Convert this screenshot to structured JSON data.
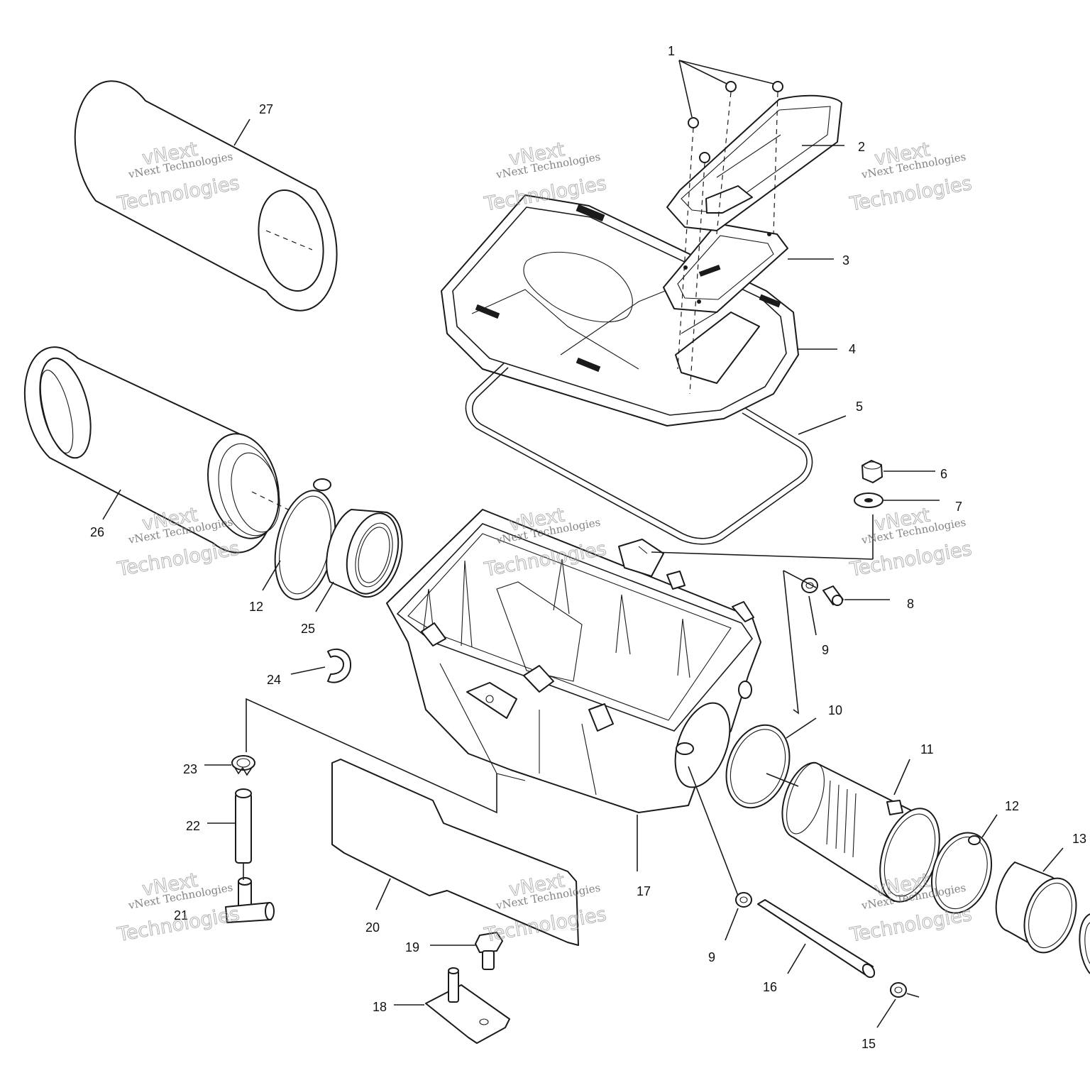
{
  "callouts": {
    "c1": "1",
    "c2": "2",
    "c3": "3",
    "c4": "4",
    "c5": "5",
    "c6": "6",
    "c7": "7",
    "c8": "8",
    "c9a": "9",
    "c9b": "9",
    "c10": "10",
    "c11": "11",
    "c12a": "12",
    "c12b": "12",
    "c13": "13",
    "c15": "15",
    "c16": "16",
    "c17": "17",
    "c18": "18",
    "c19": "19",
    "c20": "20",
    "c21": "21",
    "c22": "22",
    "c23": "23",
    "c24": "24",
    "c25": "25",
    "c26": "26",
    "c27": "27"
  },
  "watermark": {
    "line1": "vNext Technologies",
    "line2": "vNext",
    "line3": "Technologies"
  },
  "colors": {
    "line": "#1a1a1a",
    "background": "#ffffff",
    "watermark": "#9a9a9a"
  }
}
